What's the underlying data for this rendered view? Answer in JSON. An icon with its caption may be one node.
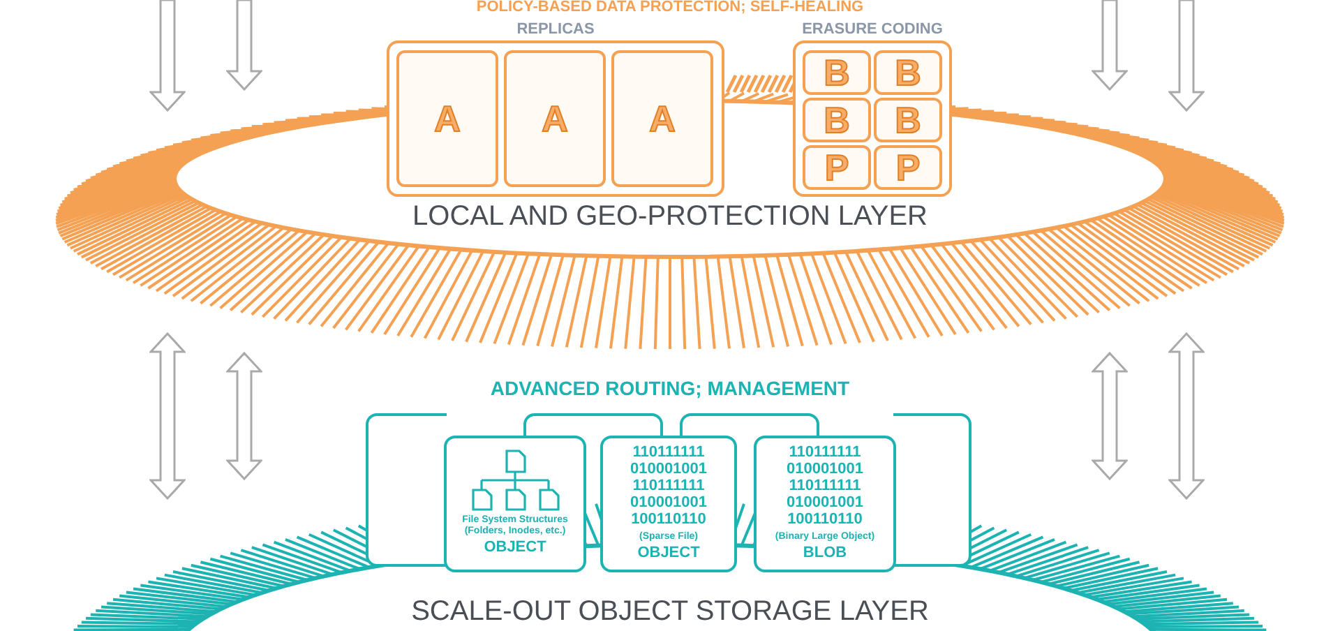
{
  "diagram": {
    "nodes": [
      {
        "text": [
          "LOCAL AND GEO-PROTECTION LAYER"
        ]
      },
      {
        "text": [
          "REPLICAS"
        ]
      },
      {
        "text": [
          "A"
        ],
        "in": 1
      },
      {
        "text": [
          "A"
        ],
        "in": 1
      },
      {
        "text": [
          "A"
        ],
        "in": 1
      },
      {
        "text": [
          "ERASURE CODING"
        ]
      },
      {
        "text": [
          "B"
        ],
        "in": 5
      },
      {
        "text": [
          "B"
        ],
        "in": 5
      },
      {
        "text": [
          "B"
        ],
        "in": 5
      },
      {
        "text": [
          "B"
        ],
        "in": 5
      },
      {
        "text": [
          "P"
        ],
        "in": 5
      },
      {
        "text": [
          "P"
        ],
        "in": 5
      },
      {
        "text": [
          "SCALE-OUT OBJECT STORAGE LAYER"
        ]
      },
      {
        "text": [],
        "shape": "box"
      },
      {
        "text": [],
        "shape": "box"
      },
      {
        "text": [],
        "shape": "box"
      },
      {
        "text": [],
        "shape": "box"
      },
      {
        "text": [
          "File System Structures (Folders, Inodes, etc.)",
          "OBJECT"
        ]
      },
      {
        "text": [
          "110111111 010001001 110111111 010001001 100110110",
          "(Sparse File)",
          "OBJECT"
        ]
      },
      {
        "text": [
          "110111111 010001001 110111111 010001001 100110110",
          "(Binary Large Object)",
          "BLOB"
        ]
      }
    ],
    "labels": [
      "POLICY-BASED DATA PROTECTION; SELF-HEALING",
      "ADVANCED ROUTING; MANAGEMENT"
    ]
  }
}
